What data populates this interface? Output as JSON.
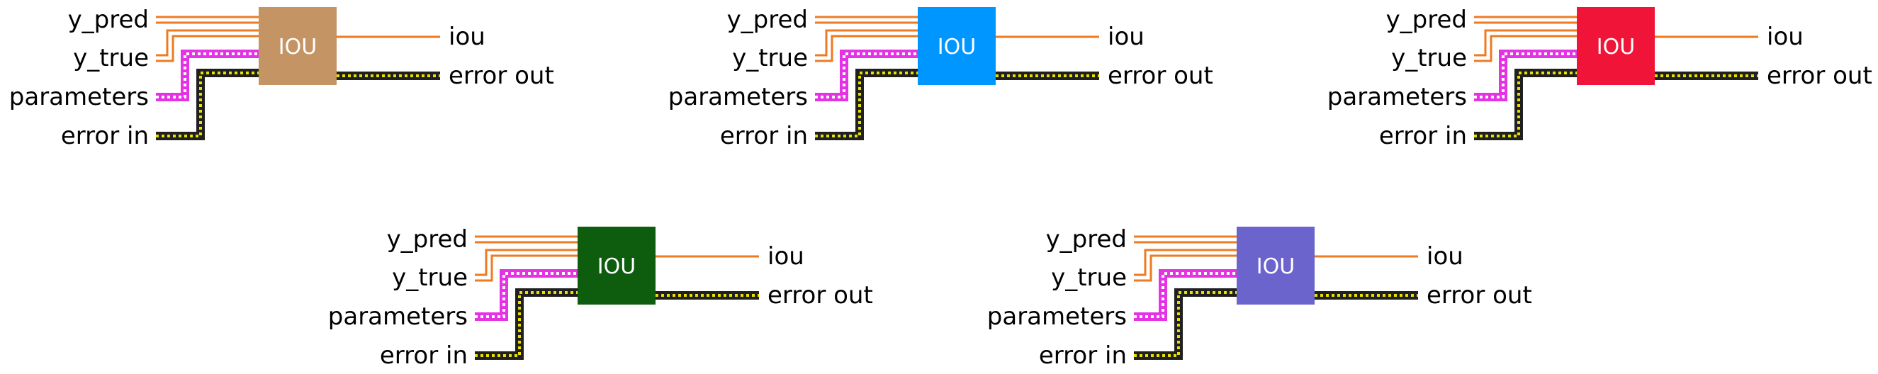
{
  "nodes": [
    {
      "label": "IOU",
      "color": "#c49464",
      "inputs": {
        "y_pred": "y_pred",
        "y_true": "y_true",
        "parameters": "parameters",
        "error_in": "error in"
      },
      "outputs": {
        "iou": "iou",
        "error_out": "error out"
      }
    },
    {
      "label": "IOU",
      "color": "#0096ff",
      "inputs": {
        "y_pred": "y_pred",
        "y_true": "y_true",
        "parameters": "parameters",
        "error_in": "error in"
      },
      "outputs": {
        "iou": "iou",
        "error_out": "error out"
      }
    },
    {
      "label": "IOU",
      "color": "#f01438",
      "inputs": {
        "y_pred": "y_pred",
        "y_true": "y_true",
        "parameters": "parameters",
        "error_in": "error in"
      },
      "outputs": {
        "iou": "iou",
        "error_out": "error out"
      }
    },
    {
      "label": "IOU",
      "color": "#0e5c0e",
      "inputs": {
        "y_pred": "y_pred",
        "y_true": "y_true",
        "parameters": "parameters",
        "error_in": "error in"
      },
      "outputs": {
        "iou": "iou",
        "error_out": "error out"
      }
    },
    {
      "label": "IOU",
      "color": "#6a64cc",
      "inputs": {
        "y_pred": "y_pred",
        "y_true": "y_true",
        "parameters": "parameters",
        "error_in": "error in"
      },
      "outputs": {
        "iou": "iou",
        "error_out": "error out"
      }
    }
  ],
  "wire_colors": {
    "numeric": "#ee7a22",
    "cluster": "#e432e4",
    "error_outer": "#202020",
    "error_inner": "#e8e000"
  }
}
